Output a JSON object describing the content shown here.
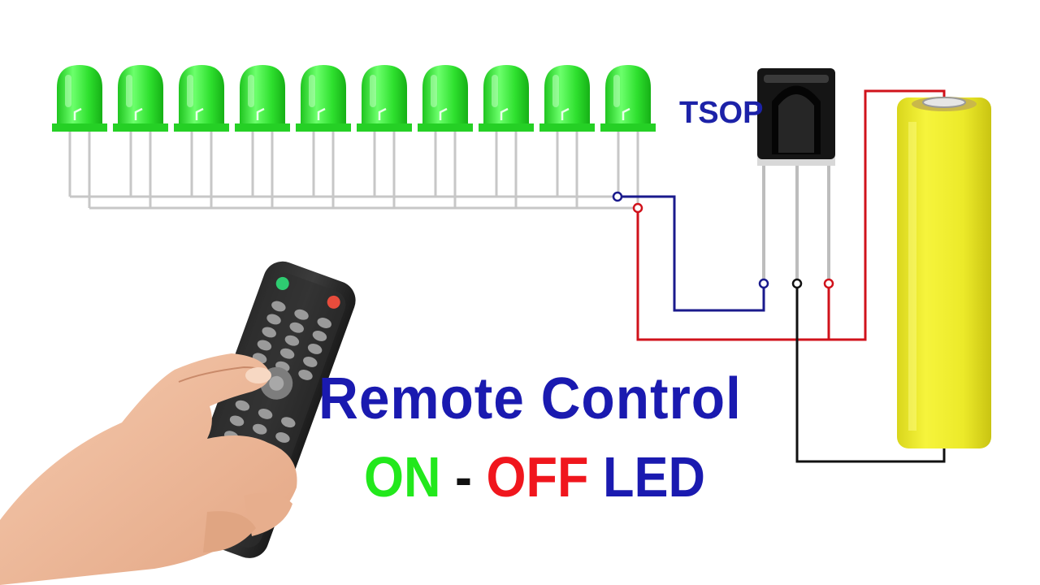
{
  "tsop_label": "TSOP",
  "title": {
    "line1": "Remote Control",
    "on": "ON",
    "dash": "-",
    "off": "OFF",
    "led": "LED"
  },
  "components": {
    "led_count": 10,
    "led_color": "#2fe02f",
    "battery_color": "#f1ef2c",
    "tsop_color": "#111111"
  },
  "wire_colors": {
    "positive": "#d0121b",
    "signal": "#1a1a8c",
    "ground": "#111111",
    "led_leads": "#c9c9c9"
  },
  "text_colors": {
    "blue": "#1a1ab0",
    "green": "#22e81c",
    "red": "#f0161d"
  }
}
